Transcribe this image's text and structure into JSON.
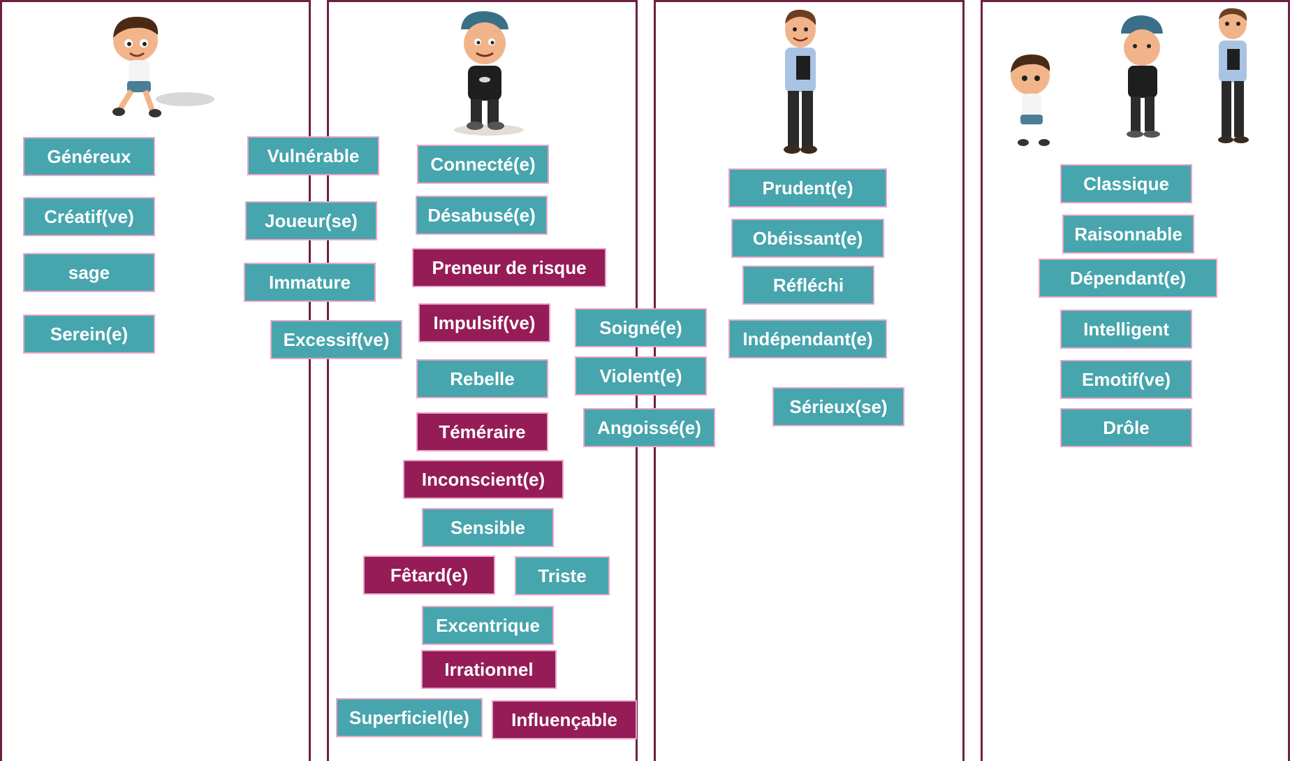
{
  "colors": {
    "teal": "#46a5ad",
    "plum": "#951c57",
    "frame": "#6e1f44",
    "tag_border": "#e9a5c8"
  },
  "columns": [
    {
      "character": "boy-character-icon"
    },
    {
      "character": "teen-character-icon"
    },
    {
      "character": "adult-character-icon"
    },
    {
      "character": "all-three-characters-icon"
    }
  ],
  "tags": [
    {
      "id": "genereux",
      "label": "Généreux",
      "color": "teal"
    },
    {
      "id": "creatif",
      "label": "Créatif(ve)",
      "color": "teal"
    },
    {
      "id": "sage",
      "label": "sage",
      "color": "teal"
    },
    {
      "id": "serein",
      "label": "Serein(e)",
      "color": "teal"
    },
    {
      "id": "vulnerable",
      "label": "Vulnérable",
      "color": "teal"
    },
    {
      "id": "joueur",
      "label": "Joueur(se)",
      "color": "teal"
    },
    {
      "id": "immature",
      "label": "Immature",
      "color": "teal"
    },
    {
      "id": "excessif",
      "label": "Excessif(ve)",
      "color": "teal"
    },
    {
      "id": "connecte",
      "label": "Connecté(e)",
      "color": "teal"
    },
    {
      "id": "desabuse",
      "label": "Désabusé(e)",
      "color": "teal"
    },
    {
      "id": "preneur",
      "label": "Preneur de risque",
      "color": "plum"
    },
    {
      "id": "impulsif",
      "label": "Impulsif(ve)",
      "color": "plum"
    },
    {
      "id": "rebelle",
      "label": "Rebelle",
      "color": "teal"
    },
    {
      "id": "temeraire",
      "label": "Téméraire",
      "color": "plum"
    },
    {
      "id": "inconscient",
      "label": "Inconscient(e)",
      "color": "plum"
    },
    {
      "id": "sensible",
      "label": "Sensible",
      "color": "teal"
    },
    {
      "id": "fetard",
      "label": "Fêtard(e)",
      "color": "plum"
    },
    {
      "id": "triste",
      "label": "Triste",
      "color": "teal"
    },
    {
      "id": "excentrique",
      "label": "Excentrique",
      "color": "teal"
    },
    {
      "id": "irrationnel",
      "label": "Irrationnel",
      "color": "plum"
    },
    {
      "id": "superficiel",
      "label": "Superficiel(le)",
      "color": "teal"
    },
    {
      "id": "influencable",
      "label": "Influençable",
      "color": "plum"
    },
    {
      "id": "soigne",
      "label": "Soigné(e)",
      "color": "teal"
    },
    {
      "id": "violent",
      "label": "Violent(e)",
      "color": "teal"
    },
    {
      "id": "angoisse",
      "label": "Angoissé(e)",
      "color": "teal"
    },
    {
      "id": "prudent",
      "label": "Prudent(e)",
      "color": "teal"
    },
    {
      "id": "obeissant",
      "label": "Obéissant(e)",
      "color": "teal"
    },
    {
      "id": "reflechi",
      "label": "Réfléchi",
      "color": "teal"
    },
    {
      "id": "independant",
      "label": "Indépendant(e)",
      "color": "teal"
    },
    {
      "id": "serieux",
      "label": "Sérieux(se)",
      "color": "teal"
    },
    {
      "id": "classique",
      "label": "Classique",
      "color": "teal"
    },
    {
      "id": "raisonnable",
      "label": "Raisonnable",
      "color": "teal"
    },
    {
      "id": "dependant",
      "label": "Dépendant(e)",
      "color": "teal"
    },
    {
      "id": "intelligent",
      "label": "Intelligent",
      "color": "teal"
    },
    {
      "id": "emotif",
      "label": "Emotif(ve)",
      "color": "teal"
    },
    {
      "id": "drole",
      "label": "Drôle",
      "color": "teal"
    }
  ]
}
